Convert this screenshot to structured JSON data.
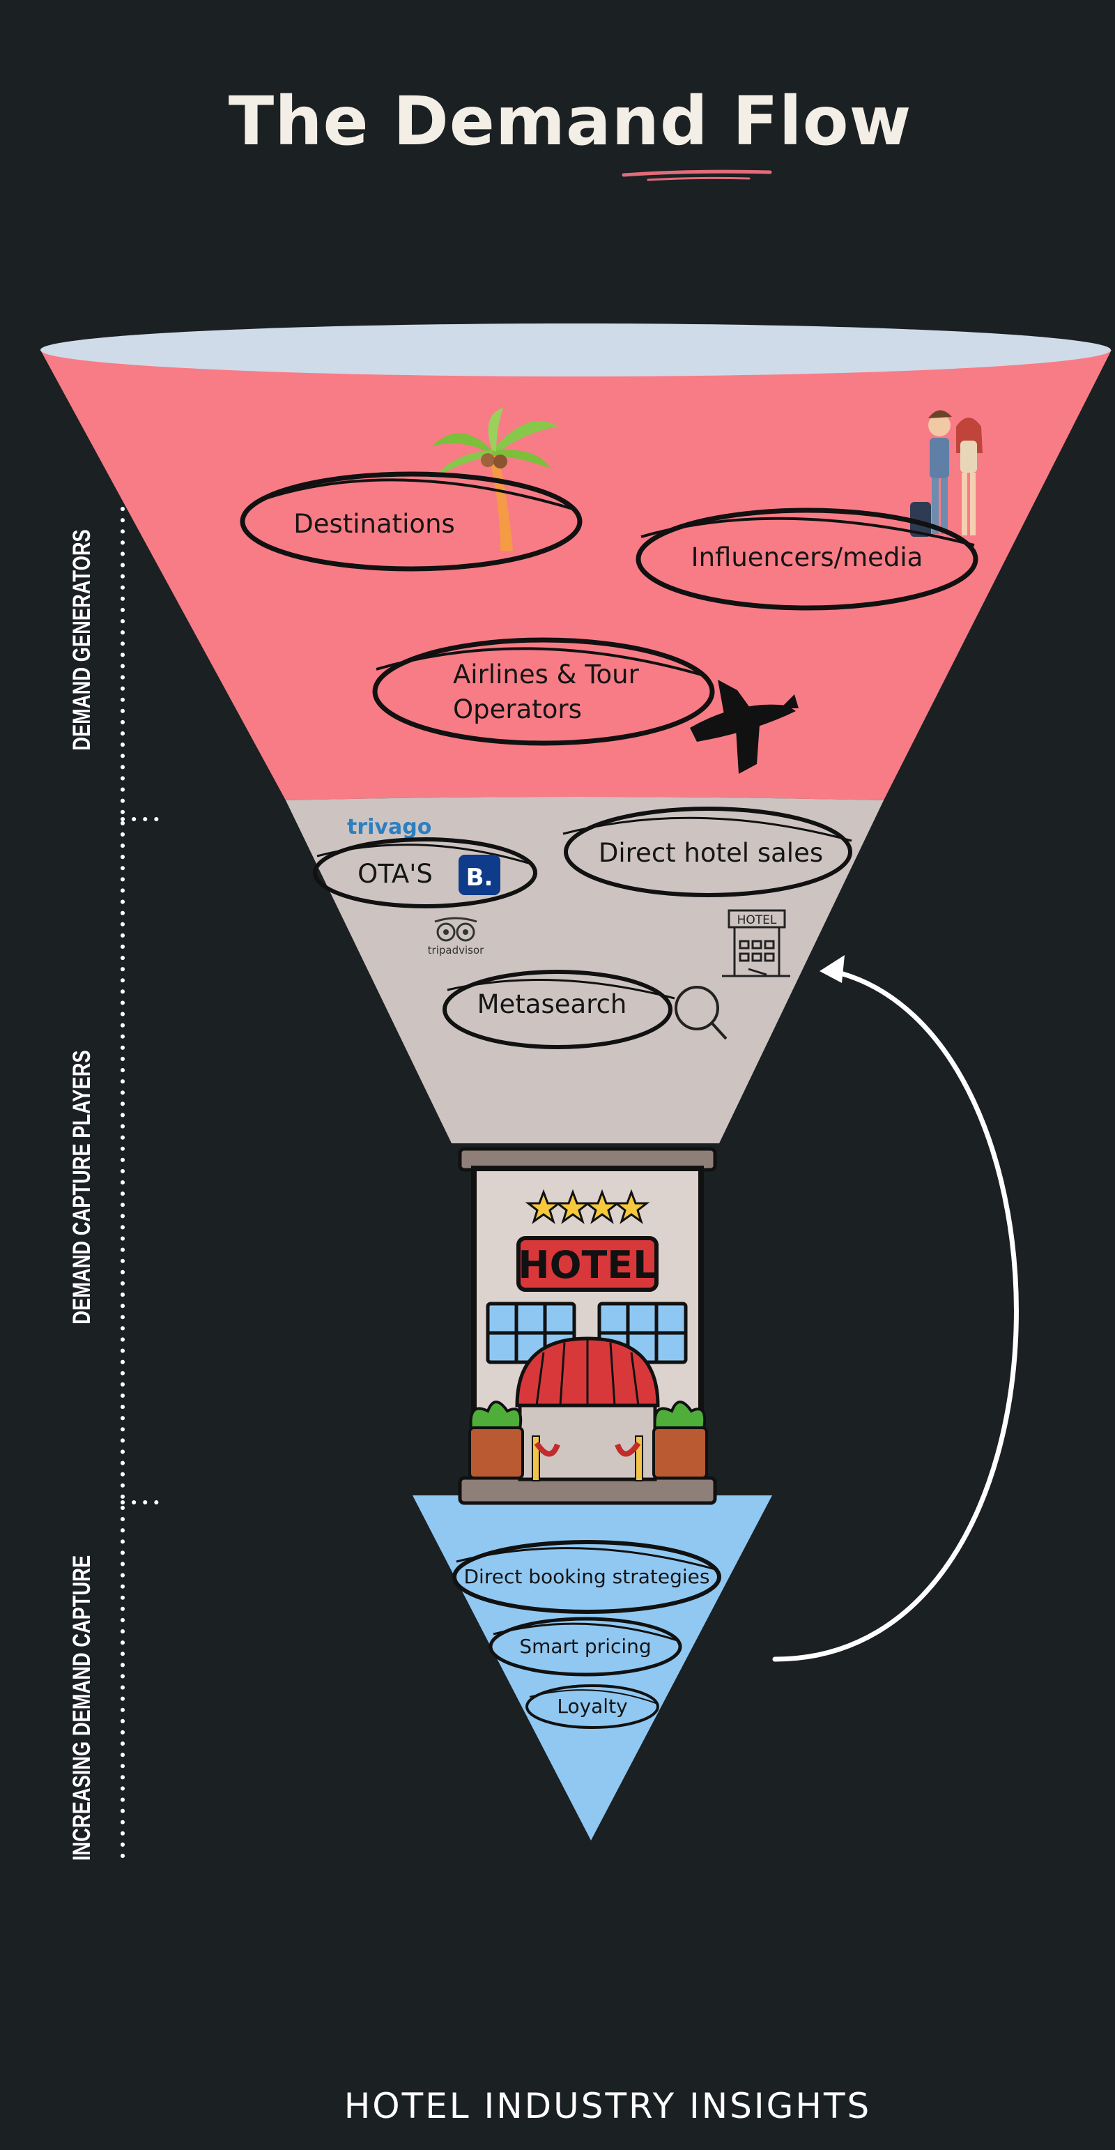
{
  "title": "The Demand Flow",
  "footer": "HOTEL INDUSTRY INSIGHTS",
  "sections": {
    "generators": "DEMAND GENERATORS",
    "capture_players": "DEMAND CAPTURE PLAYERS",
    "increasing_capture": "INCREASING DEMAND CAPTURE"
  },
  "funnel": {
    "generators": [
      "Destinations",
      "Influencers/media",
      "Airlines & Tour",
      "Operators"
    ],
    "capture": [
      "OTA'S",
      "Direct hotel sales",
      "Metasearch"
    ],
    "strategies": [
      "Direct booking strategies",
      "Smart pricing",
      "Loyalty"
    ]
  },
  "logos": {
    "trivago": "trivago",
    "booking": "B.",
    "tripadvisor": "tripadvisor"
  },
  "hotel": {
    "sign": "HOTEL",
    "small_sign": "HOTEL"
  },
  "icons": [
    "palm-tree-icon",
    "travelers-icon",
    "airplane-icon",
    "hotel-building-icon",
    "magnifier-icon",
    "star-icon"
  ],
  "colors": {
    "background": "#1b2023",
    "generators_band": "#f77c86",
    "capture_band": "#cdc4c2",
    "capture_cone": "#90c8f2",
    "funnel_rim": "#cfdbe8"
  }
}
